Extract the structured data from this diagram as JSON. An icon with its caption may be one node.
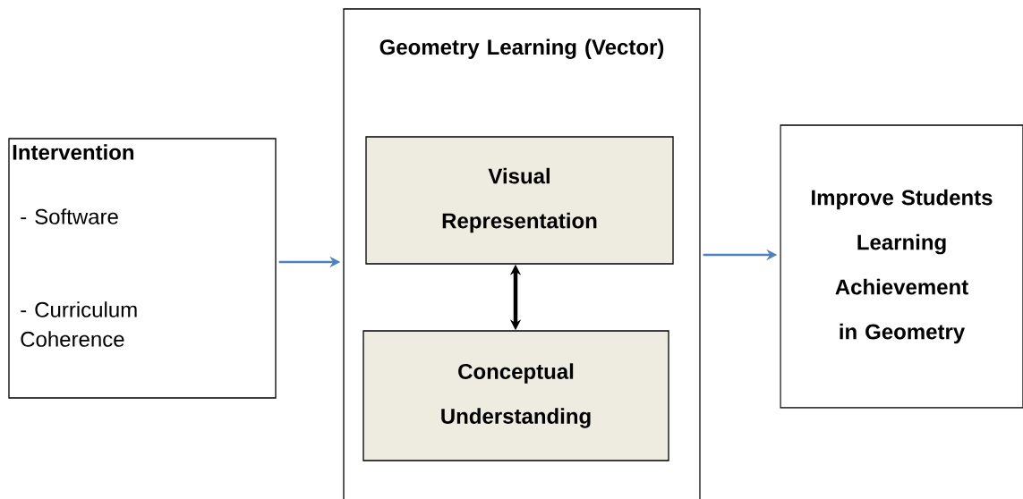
{
  "diagram": {
    "nodes": [
      {
        "text": [
          "Intervention",
          "- Software",
          "- Curriculum Coherence"
        ]
      },
      {
        "text": [
          "Geometry Learning (Vector)"
        ]
      },
      {
        "text": [
          "Visual Representation"
        ],
        "in": 1
      },
      {
        "text": [
          "Conceptual Understanding"
        ],
        "in": 1
      },
      {
        "text": [
          "Improve Students Learning Achievement in Geometry"
        ]
      }
    ],
    "edges": [
      {
        "from": 0,
        "to": 1,
        "arrow": "to"
      },
      {
        "from": 2,
        "to": 3,
        "arrow": "both",
        "style": "thick",
        "color": "#000000"
      },
      {
        "from": 1,
        "to": 4,
        "arrow": "to"
      }
    ]
  }
}
